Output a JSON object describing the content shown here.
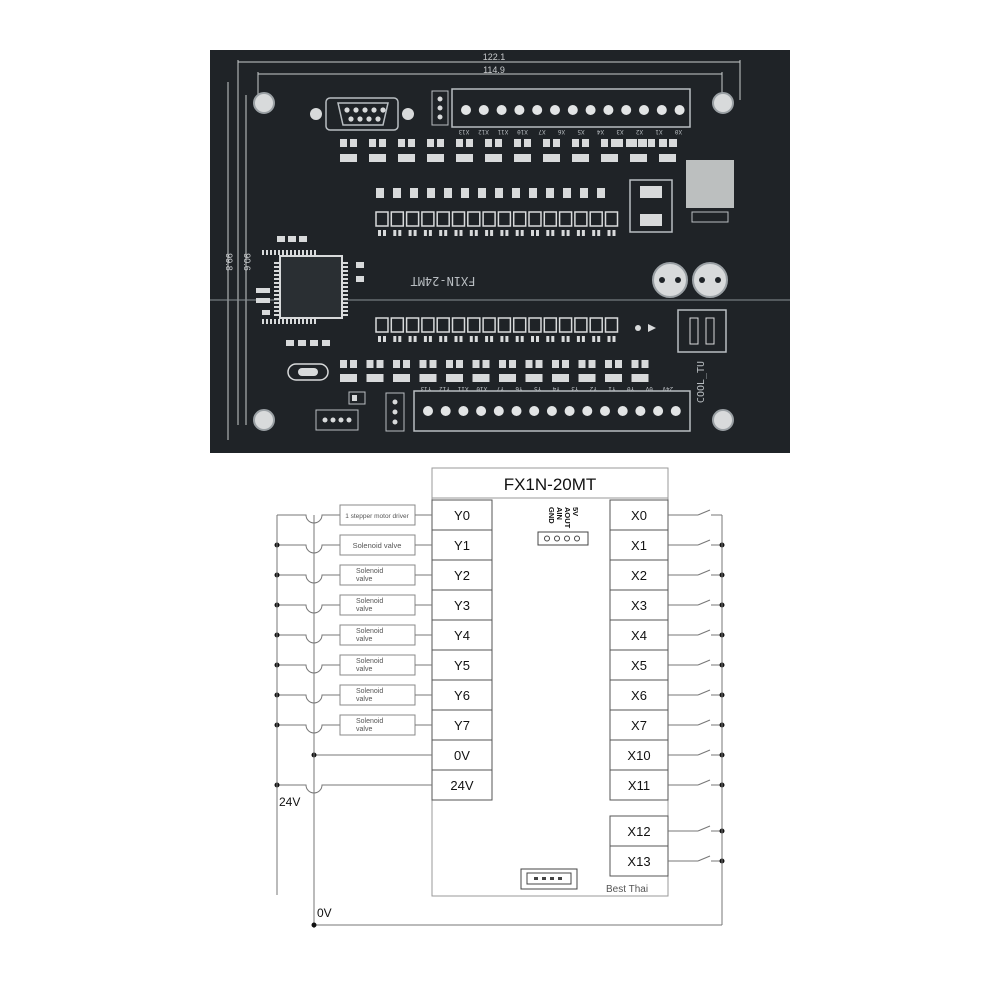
{
  "pcb": {
    "dimensions": {
      "width_outer": "122.1",
      "width_inner": "114.9",
      "height_outer": "99.8",
      "height_inner": "90.6"
    },
    "board_label": "FX1N-24MT",
    "maker_mark": "COOL_TU",
    "top_terminal_labels": [
      "X13",
      "X12",
      "X11",
      "X10",
      "X7",
      "X6",
      "X5",
      "X4",
      "X3",
      "X2",
      "X1",
      "X0"
    ],
    "bottom_terminal_labels": [
      "Y13",
      "Y12",
      "X11",
      "X10",
      "Y7",
      "Y6",
      "Y5",
      "Y4",
      "Y3",
      "Y2",
      "Y1",
      "Y0",
      "0V",
      "24V"
    ],
    "colors": {
      "board": "#1f2327",
      "silk": "#b9bec2",
      "copper": "#d8dadb"
    }
  },
  "wiring": {
    "title": "FX1N-20MT",
    "left_terminals": [
      "Y0",
      "Y1",
      "Y2",
      "Y3",
      "Y4",
      "Y5",
      "Y6",
      "Y7",
      "0V",
      "24V"
    ],
    "right_terminals": [
      "X0",
      "X1",
      "X2",
      "X3",
      "X4",
      "X5",
      "X6",
      "X7",
      "X10",
      "X11",
      "X12",
      "X13"
    ],
    "loads": [
      "1 stepper motor driver",
      "Solenoid valve",
      "Solenoid\nvalve",
      "Solenoid\nvalve",
      "Solenoid\nvalve",
      "Solenoid\nvalve",
      "Solenoid\nvalve",
      "Solenoid\nvalve"
    ],
    "analog_port_labels": [
      "5V",
      "AOUT",
      "AIN",
      "GND"
    ],
    "supply_labels": {
      "positive": "24V",
      "negative": "0V"
    },
    "watermark": "Best Thai"
  }
}
